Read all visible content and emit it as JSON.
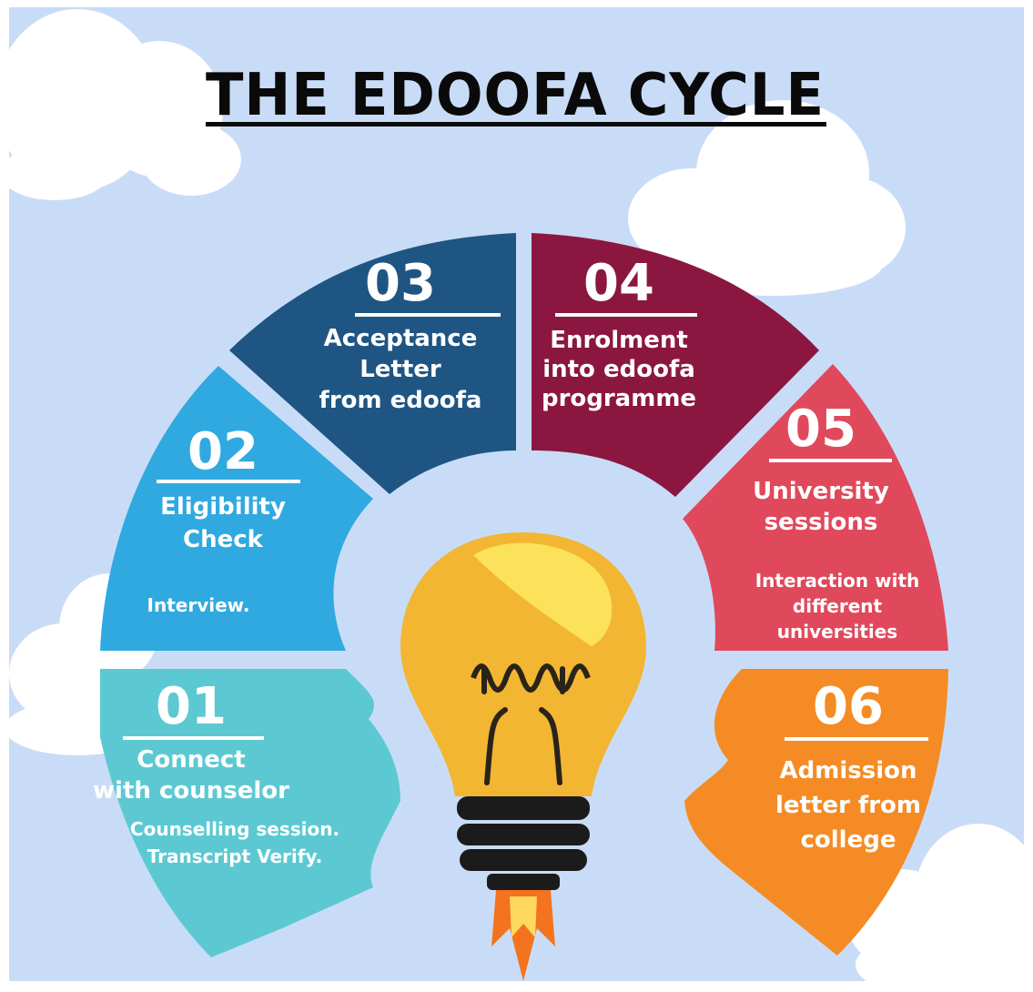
{
  "title": "THE EDOOFA CYCLE",
  "colors": {
    "sky": "#c9dcf7",
    "cloud": "#ffffff",
    "step01": "#5cc9d2",
    "step02": "#30a9e0",
    "step03": "#1f5583",
    "step04": "#8b1740",
    "step05": "#e0495b",
    "step06": "#f58b24",
    "bulb": "#f2b632",
    "bulb_highlight": "#fbe25a",
    "base": "#1b1b1b",
    "flame": "#f4731f"
  },
  "steps": [
    {
      "number": "01",
      "title_lines": [
        "Connect",
        "with counselor"
      ],
      "detail_lines": [
        "Counselling session.",
        "Transcript Verify."
      ]
    },
    {
      "number": "02",
      "title_lines": [
        "Eligibility",
        "Check"
      ],
      "detail_lines": [
        "Interview."
      ]
    },
    {
      "number": "03",
      "title_lines": [
        "Acceptance",
        "Letter",
        "from edoofa"
      ],
      "detail_lines": []
    },
    {
      "number": "04",
      "title_lines": [
        "Enrolment",
        "into edoofa",
        "programme"
      ],
      "detail_lines": []
    },
    {
      "number": "05",
      "title_lines": [
        "University",
        "sessions"
      ],
      "detail_lines": [
        "Interaction with",
        "different",
        "universities"
      ]
    },
    {
      "number": "06",
      "title_lines": [
        "Admission",
        "letter from",
        "college"
      ],
      "detail_lines": []
    }
  ],
  "center_icon": "lightbulb-rocket-icon"
}
